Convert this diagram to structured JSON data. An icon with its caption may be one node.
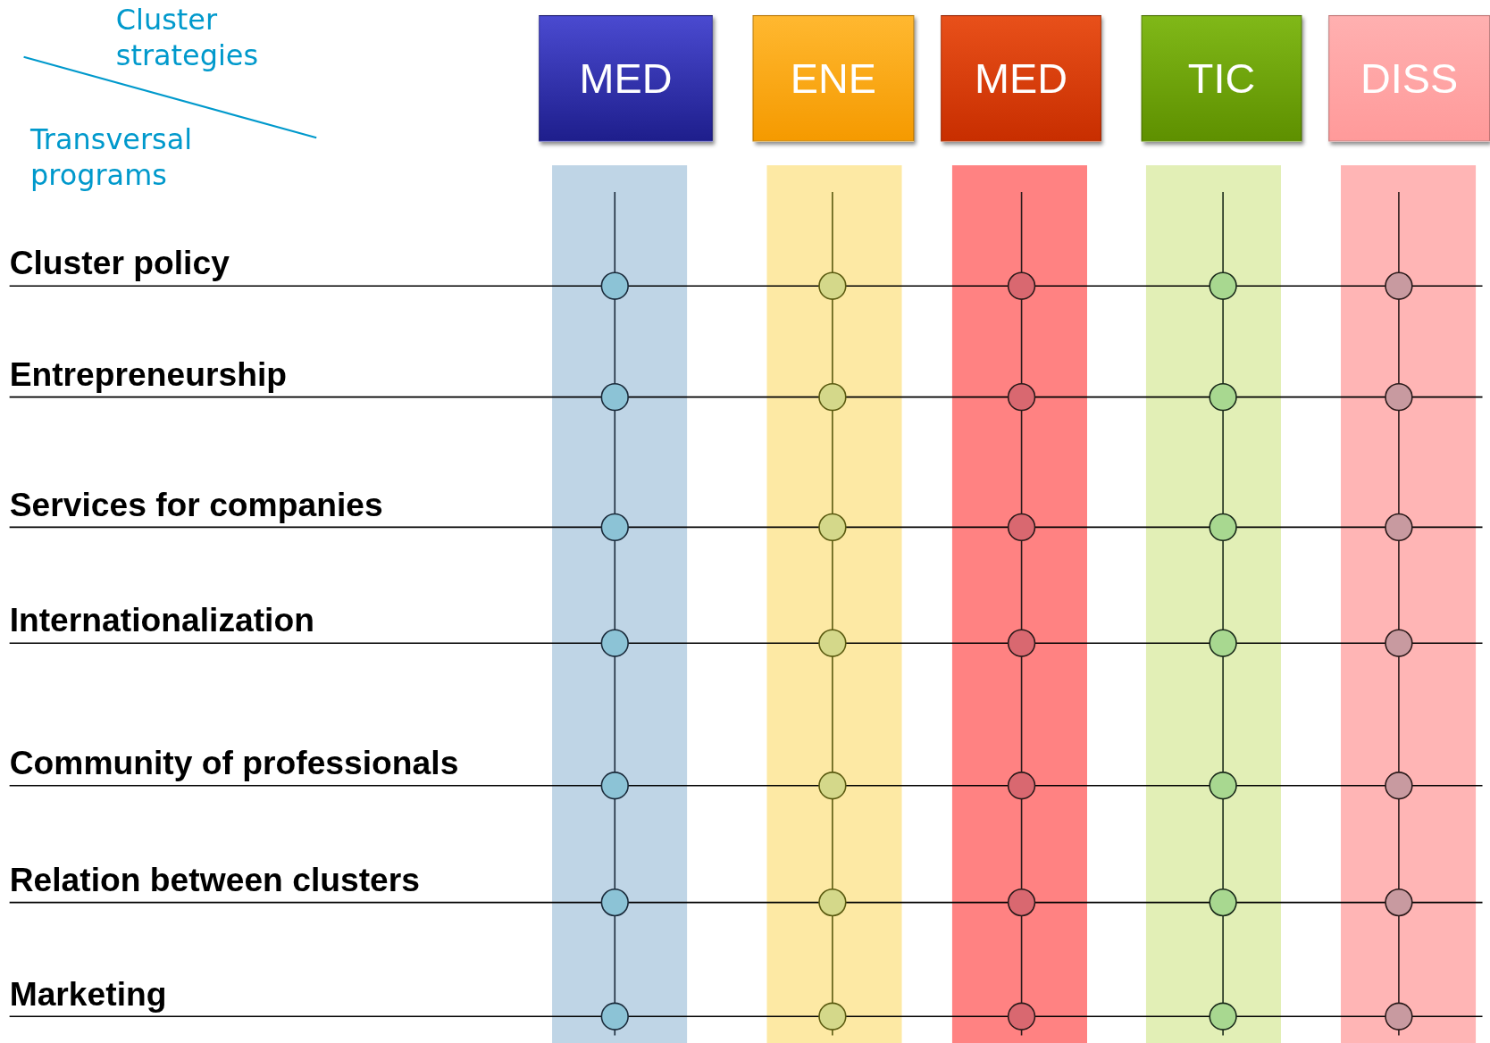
{
  "diagram": {
    "nodes": [
      {
        "text": [
          "MED"
        ]
      },
      {
        "text": [
          "ENE"
        ]
      },
      {
        "text": [
          "MED"
        ]
      },
      {
        "text": [
          "TIC"
        ]
      },
      {
        "text": [
          "DISS"
        ]
      }
    ],
    "labels": [
      "Cluster strategies",
      "Transversal programs",
      "Cluster policy",
      "Entrepreneurship",
      "Services for companies",
      "Internationalization",
      "Community of professionals",
      "Relation between clusters",
      "Marketing"
    ]
  }
}
